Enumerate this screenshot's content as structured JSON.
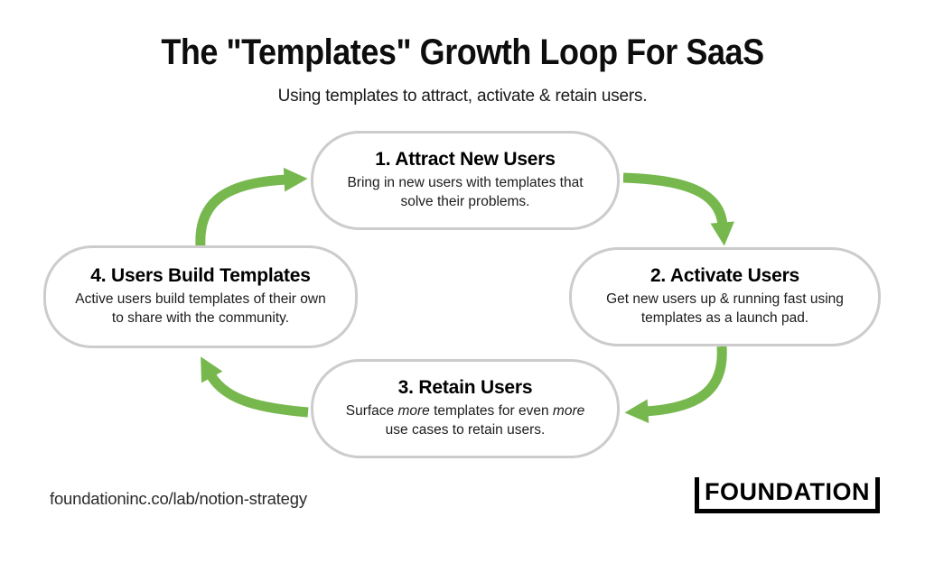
{
  "title": "The \"Templates\" Growth Loop For SaaS",
  "subtitle": "Using templates to attract, activate & retain users.",
  "colors": {
    "arrow_green": "#77b84e",
    "box_border": "#cccccc",
    "heading_text": "#000000",
    "body_text": "#1c1c1c"
  },
  "steps": [
    {
      "heading": "1. Attract New Users",
      "body": [
        {
          "t": "Bring in new users with templates that\nsolve their problems.",
          "i": false
        }
      ]
    },
    {
      "heading": "2. Activate Users",
      "body": [
        {
          "t": "Get new users up & running fast using\ntemplates as a launch pad.",
          "i": false
        }
      ]
    },
    {
      "heading": "3. Retain Users",
      "body": [
        {
          "t": "Surface ",
          "i": false
        },
        {
          "t": "more",
          "i": true
        },
        {
          "t": " templates for even ",
          "i": false
        },
        {
          "t": "more",
          "i": true
        },
        {
          "t": "\nuse cases to retain users.",
          "i": false
        }
      ]
    },
    {
      "heading": "4. Users Build Templates",
      "body": [
        {
          "t": "Active users build templates of their own\nto share with the community.",
          "i": false
        }
      ]
    }
  ],
  "footer": {
    "url": "foundationinc.co/lab/notion-strategy",
    "logo_text": "FOUNDATION"
  }
}
